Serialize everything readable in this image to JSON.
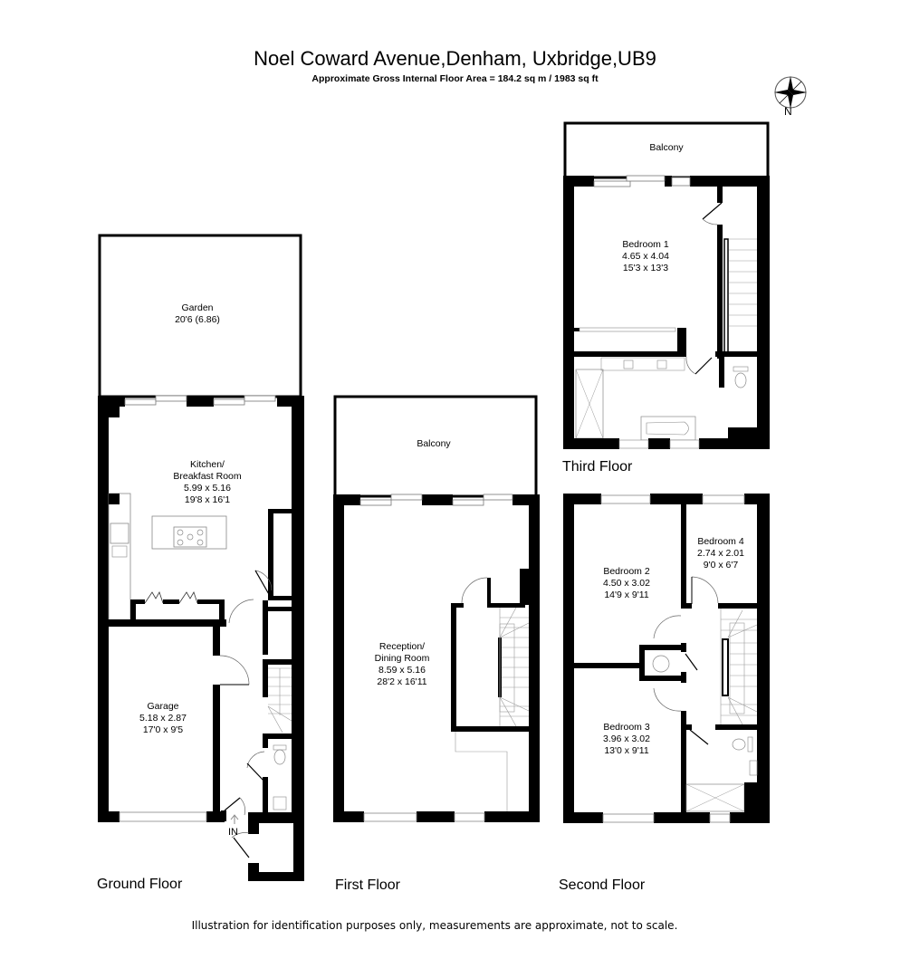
{
  "header": {
    "title": "Noel Coward Avenue,Denham, Uxbridge,UB9",
    "subtitle": "Approximate Gross Internal Floor Area  = 184.2 sq m / 1983 sq ft"
  },
  "compass": {
    "icon": "compass-rose-icon",
    "label": "N"
  },
  "floors": [
    {
      "name": "Ground Floor",
      "rooms": [
        {
          "name": "Garden",
          "dims_metric": "20'6 (6.86)",
          "dims_imperial": ""
        },
        {
          "name": "Kitchen/",
          "name2": "Breakfast Room",
          "dims_metric": "5.99 x 5.16",
          "dims_imperial": "19'8 x 16'1"
        },
        {
          "name": "Garage",
          "dims_metric": "5.18 x 2.87",
          "dims_imperial": "17'0 x 9'5"
        }
      ],
      "entrance_label": "IN"
    },
    {
      "name": "First Floor",
      "rooms": [
        {
          "name": "Balcony"
        },
        {
          "name": "Reception/",
          "name2": "Dining Room",
          "dims_metric": "8.59 x 5.16",
          "dims_imperial": "28'2 x 16'11"
        }
      ]
    },
    {
      "name": "Second Floor",
      "rooms": [
        {
          "name": "Bedroom 2",
          "dims_metric": "4.50 x 3.02",
          "dims_imperial": "14'9 x 9'11"
        },
        {
          "name": "Bedroom 4",
          "dims_metric": "2.74 x 2.01",
          "dims_imperial": "9'0 x 6'7"
        },
        {
          "name": "Bedroom 3",
          "dims_metric": "3.96 x 3.02",
          "dims_imperial": "13'0 x 9'11"
        }
      ]
    },
    {
      "name": "Third Floor",
      "rooms": [
        {
          "name": "Balcony"
        },
        {
          "name": "Bedroom 1",
          "dims_metric": "4.65 x 4.04",
          "dims_imperial": "15'3 x 13'3"
        }
      ]
    }
  ],
  "footer": {
    "disclaimer": "Illustration for identification purposes only, measurements are approximate, not to scale."
  },
  "colors": {
    "wall": "#000000",
    "line": "#888888",
    "background": "#ffffff"
  }
}
